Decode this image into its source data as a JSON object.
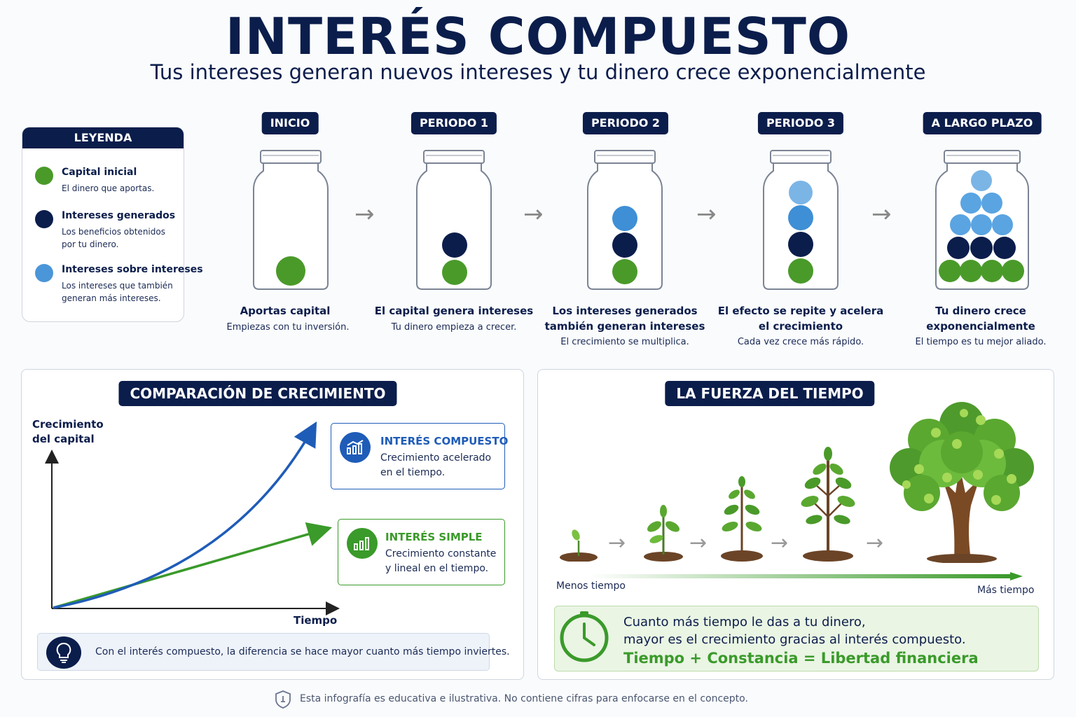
{
  "header": {
    "title": "INTERÉS COMPUESTO",
    "subtitle": "Tus intereses generan nuevos intereses y tu dinero crece exponencialmente"
  },
  "legend": {
    "title": "LEYENDA",
    "items": [
      {
        "title": "Capital inicial",
        "desc": "El dinero que aportas.",
        "color": "#4a9a2a"
      },
      {
        "title": "Intereses generados",
        "desc": "Los beneficios obtenidos por tu dinero.",
        "color": "#0b1d4b"
      },
      {
        "title": "Intereses sobre intereses",
        "desc": "Los intereses que también generan más intereses.",
        "color": "#4a96d8"
      }
    ]
  },
  "stages": [
    {
      "label": "INICIO",
      "title": "Aportas capital",
      "desc": "Empiezas con tu inversión."
    },
    {
      "label": "PERIODO 1",
      "title": "El capital genera intereses",
      "desc": "Tu dinero empieza a crecer."
    },
    {
      "label": "PERIODO 2",
      "title": "Los intereses generados también generan intereses",
      "desc": "El crecimiento se multiplica."
    },
    {
      "label": "PERIODO 3",
      "title": "El efecto se repite y acelera el crecimiento",
      "desc": "Cada vez crece más rápido."
    },
    {
      "label": "A LARGO PLAZO",
      "title": "Tu dinero crece exponencialmente",
      "desc": "El tiempo es tu mejor aliado."
    }
  ],
  "comparison": {
    "title": "COMPARACIÓN DE CRECIMIENTO",
    "ylabel": "Crecimiento del capital",
    "xlabel": "Tiempo",
    "compound": {
      "title": "INTERÉS COMPUESTO",
      "desc": "Crecimiento acelerado en el tiempo.",
      "color": "#1f5cb8"
    },
    "simple": {
      "title": "INTERÉS SIMPLE",
      "desc": "Crecimiento constante y lineal en el tiempo.",
      "color": "#3a9a2a"
    },
    "tip": "Con el interés compuesto, la diferencia se hace mayor cuanto más tiempo inviertes."
  },
  "time_power": {
    "title": "LA FUERZA DEL TIEMPO",
    "less_time": "Menos tiempo",
    "more_time": "Más tiempo",
    "line1": "Cuanto más tiempo le das a tu dinero,",
    "line2": "mayor es el crecimiento gracias al interés compuesto.",
    "line3": "Tiempo + Constancia = Libertad financiera"
  },
  "footer": "Esta infografía es educativa e ilustrativa. No contiene cifras para enfocarse en el concepto."
}
